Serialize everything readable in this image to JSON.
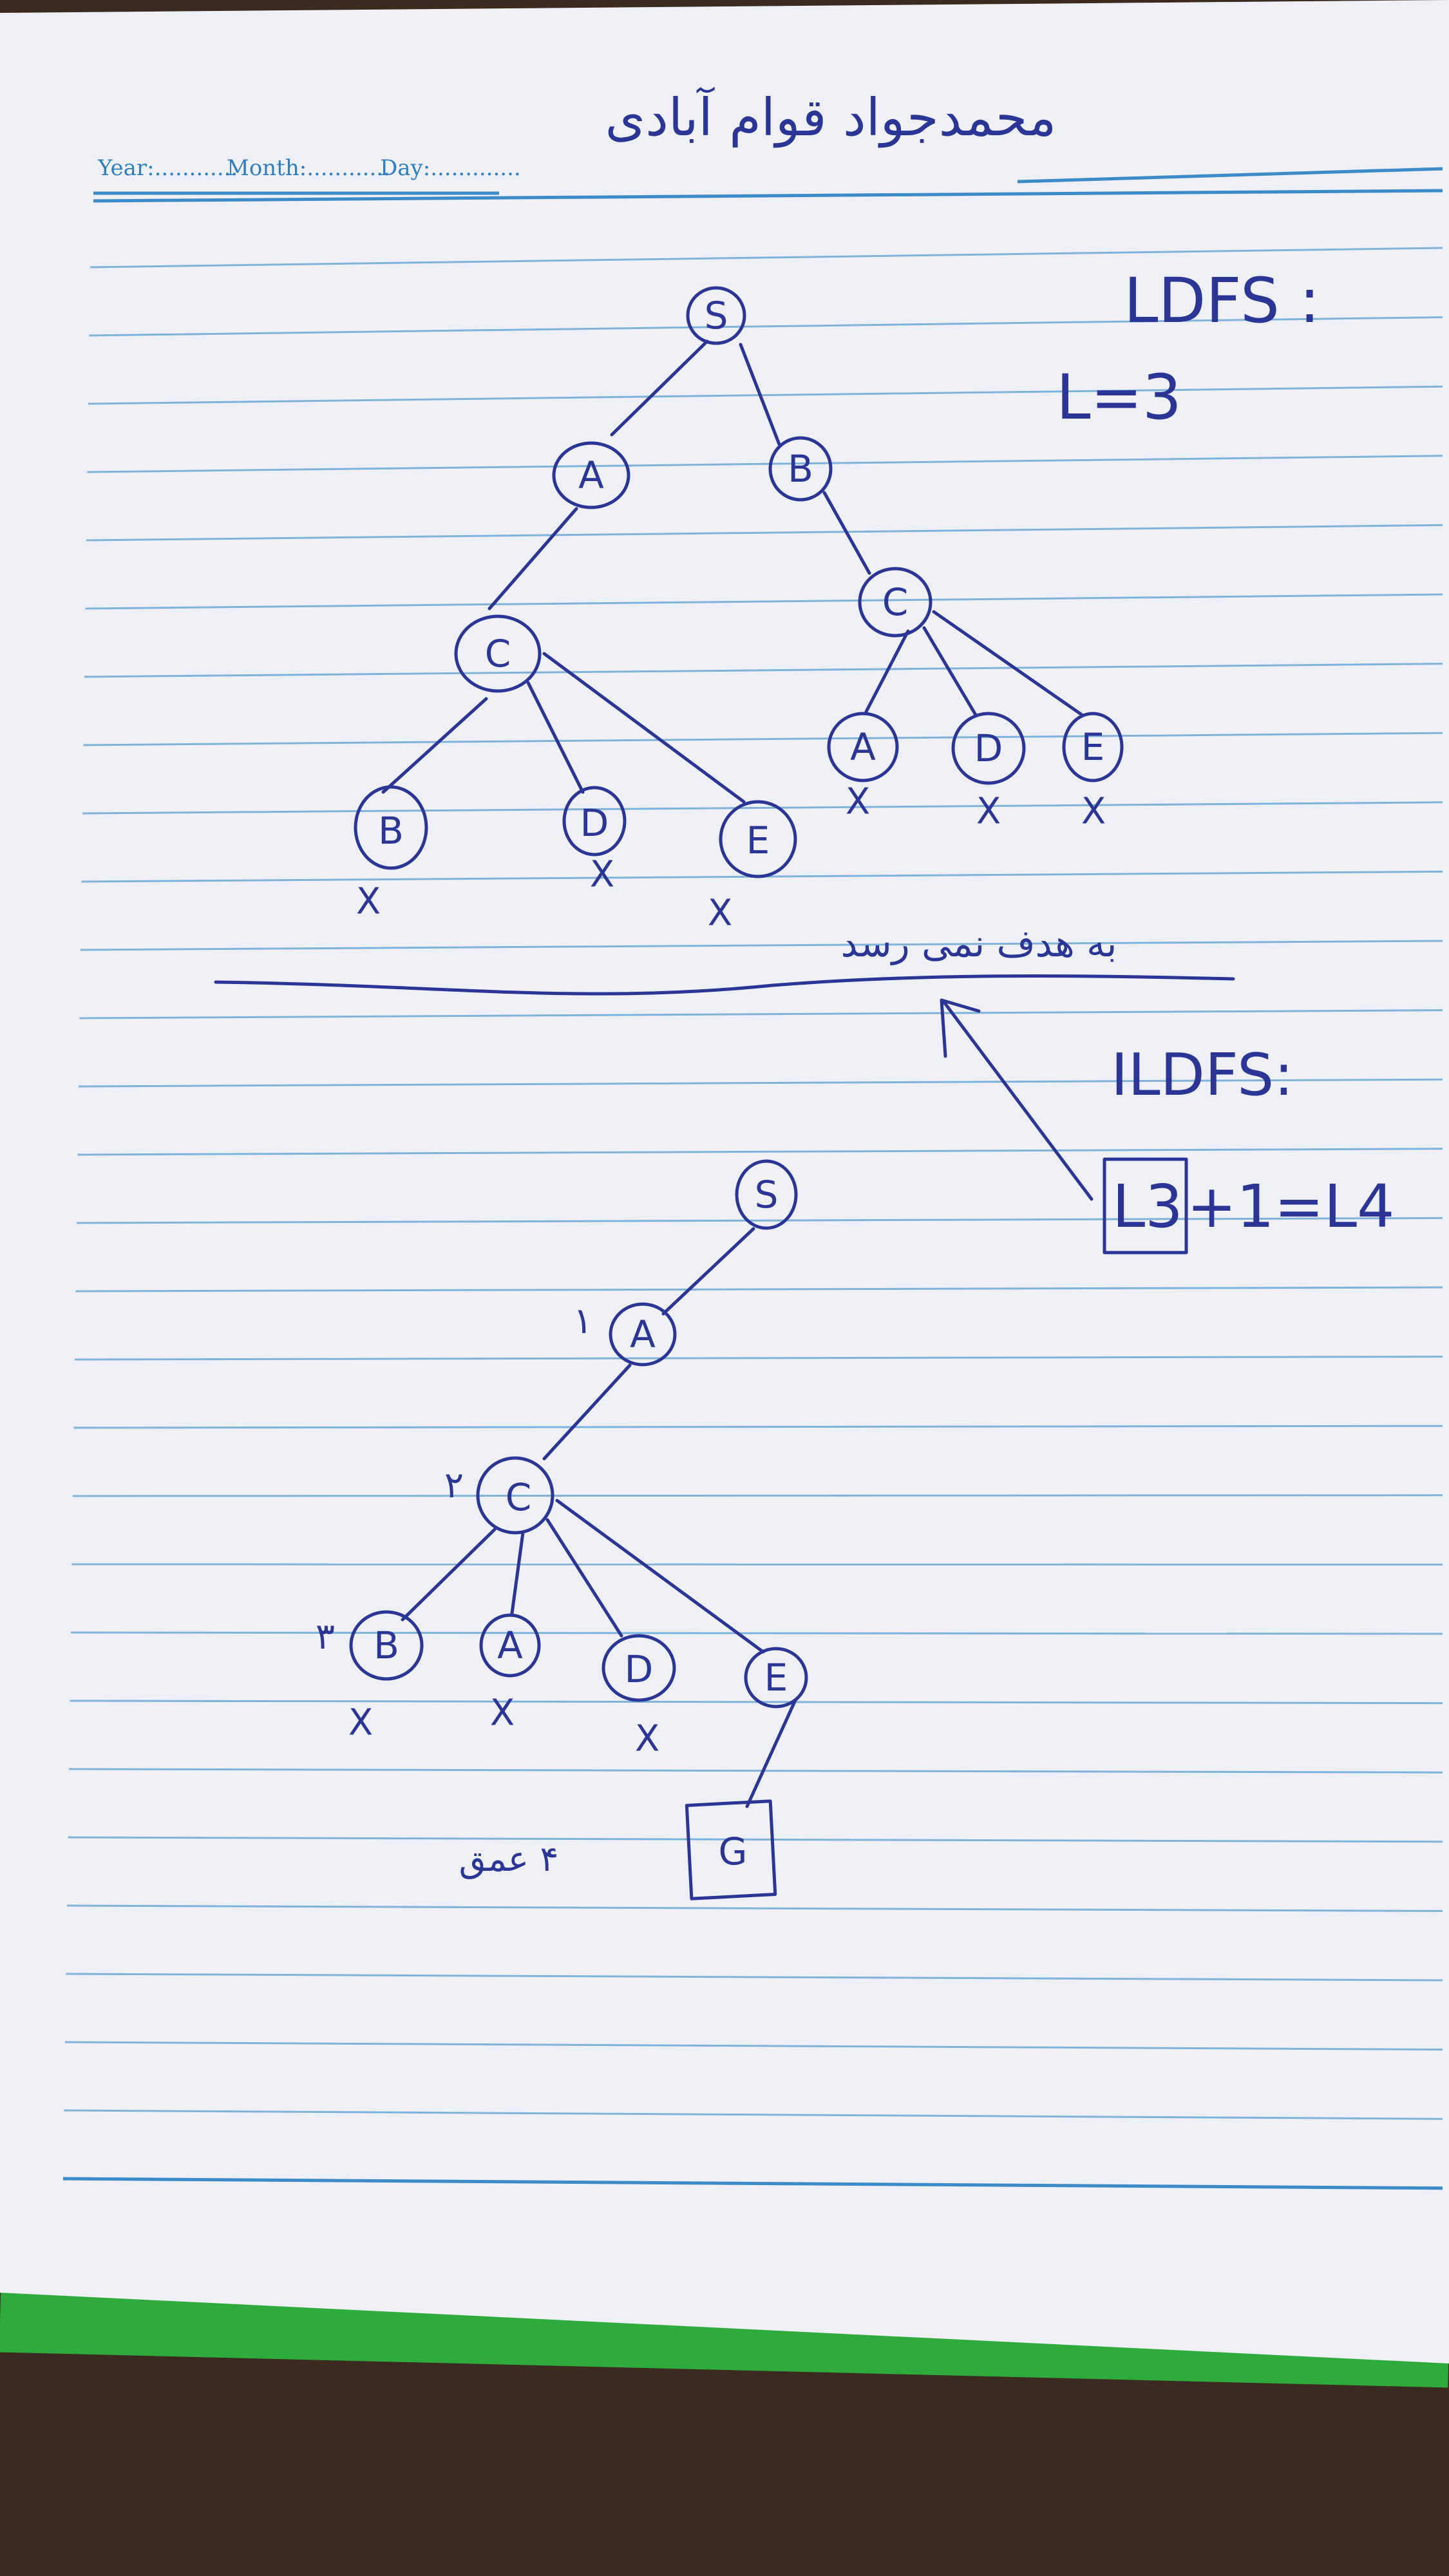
{
  "header": {
    "year_label": "Year:............",
    "month_label": "Month:............",
    "day_label": "Day:.............",
    "handwritten_name": "محمدجواد قوام آبادی"
  },
  "colors": {
    "ink": "#2b3595",
    "rule": "#7fb2d9",
    "paper": "#eef0f6",
    "green_strip": "#2faa3c",
    "background": "#3a2a20"
  },
  "ldfs": {
    "title": "LDFS :",
    "limit": "L=3",
    "tree1": {
      "S": "S",
      "A": "A",
      "B": "B",
      "C_left": "C",
      "C_right": "C",
      "A2": "A",
      "D2": "D",
      "E2": "E",
      "B_leaf": "B",
      "D_leaf": "D",
      "E_leaf": "E"
    },
    "fail_marks": [
      "X",
      "X",
      "X",
      "X",
      "X",
      "X"
    ],
    "conclusion": "به هدف نمی رسد"
  },
  "ildfs": {
    "title": "ILDFS:",
    "formula_boxed": "L3",
    "formula_rest": "+1=L4",
    "tree2": {
      "S": "S",
      "A": "A",
      "C": "C",
      "B": "B",
      "A_leaf": "A",
      "D": "D",
      "E": "E",
      "G": "G"
    },
    "depth_labels": [
      "١",
      "٢",
      "٣"
    ],
    "depth4_label": "۴ عمق",
    "fail_marks": [
      "X",
      "X",
      "X"
    ]
  }
}
